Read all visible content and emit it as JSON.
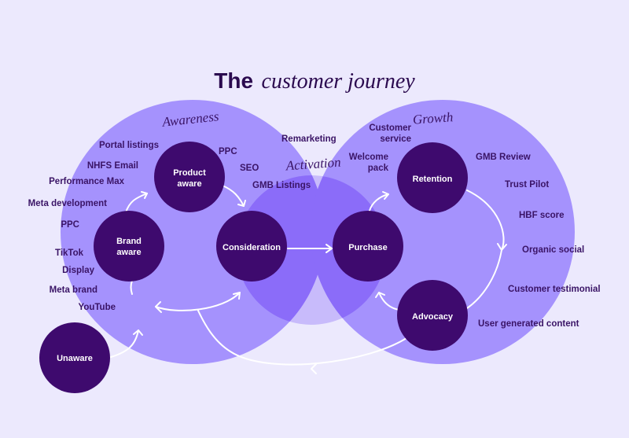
{
  "title": {
    "bold": "The",
    "italic": "customer journey"
  },
  "stages": {
    "awareness": "Awareness",
    "activation": "Activation",
    "growth": "Growth"
  },
  "nodes": {
    "unaware": "Unaware",
    "brand_aware": [
      "Brand",
      "aware"
    ],
    "product_aware": [
      "Product",
      "aware"
    ],
    "consideration": "Consideration",
    "purchase": "Purchase",
    "retention": "Retention",
    "advocacy": "Advocacy"
  },
  "channels": {
    "awareness": [
      "Portal listings",
      "NHFS Email",
      "Performance Max",
      "Meta development",
      "PPC",
      "TikTok",
      "Display",
      "Meta brand",
      "YouTube"
    ],
    "product": [
      "PPC",
      "SEO",
      "GMB Listings"
    ],
    "activation": [
      "Remarketing"
    ],
    "purchase": [
      "Welcome",
      "pack"
    ],
    "retention": [
      "Customer",
      "service"
    ],
    "growth": [
      "GMB Review",
      "Trust Pilot",
      "HBF score",
      "Organic social",
      "Customer testimonial",
      "User generated content"
    ]
  },
  "colors": {
    "background": "#ece9fd",
    "circle_light": "#a592fd",
    "overlap": "#8b6cf9",
    "node": "#3e0a6e",
    "text": "#3a1466"
  }
}
